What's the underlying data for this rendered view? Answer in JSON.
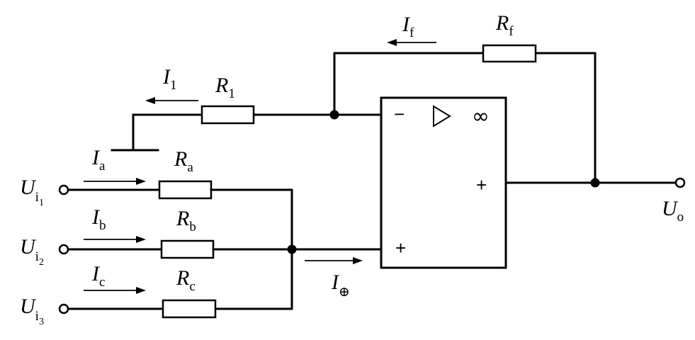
{
  "opamp": {
    "inverting_sign": "−",
    "noninverting_sign": "+",
    "output_sign": "+",
    "gain_symbol": "∞"
  },
  "labels": {
    "Rf": {
      "main": "R",
      "sub": "f"
    },
    "R1": {
      "main": "R",
      "sub": "1"
    },
    "Ra": {
      "main": "R",
      "sub": "a"
    },
    "Rb": {
      "main": "R",
      "sub": "b"
    },
    "Rc": {
      "main": "R",
      "sub": "c"
    },
    "If": {
      "main": "I",
      "sub": "f"
    },
    "I1": {
      "main": "I",
      "sub": "1"
    },
    "Ia": {
      "main": "I",
      "sub": "a"
    },
    "Ib": {
      "main": "I",
      "sub": "b"
    },
    "Ic": {
      "main": "I",
      "sub": "c"
    },
    "Iplus": {
      "main": "I",
      "sub": "⊕"
    },
    "Ui1": {
      "main": "U",
      "sub": "i",
      "subsub": "1"
    },
    "Ui2": {
      "main": "U",
      "sub": "i",
      "subsub": "2"
    },
    "Ui3": {
      "main": "U",
      "sub": "i",
      "subsub": "3"
    },
    "Uo": {
      "main": "U",
      "sub": "o"
    }
  }
}
